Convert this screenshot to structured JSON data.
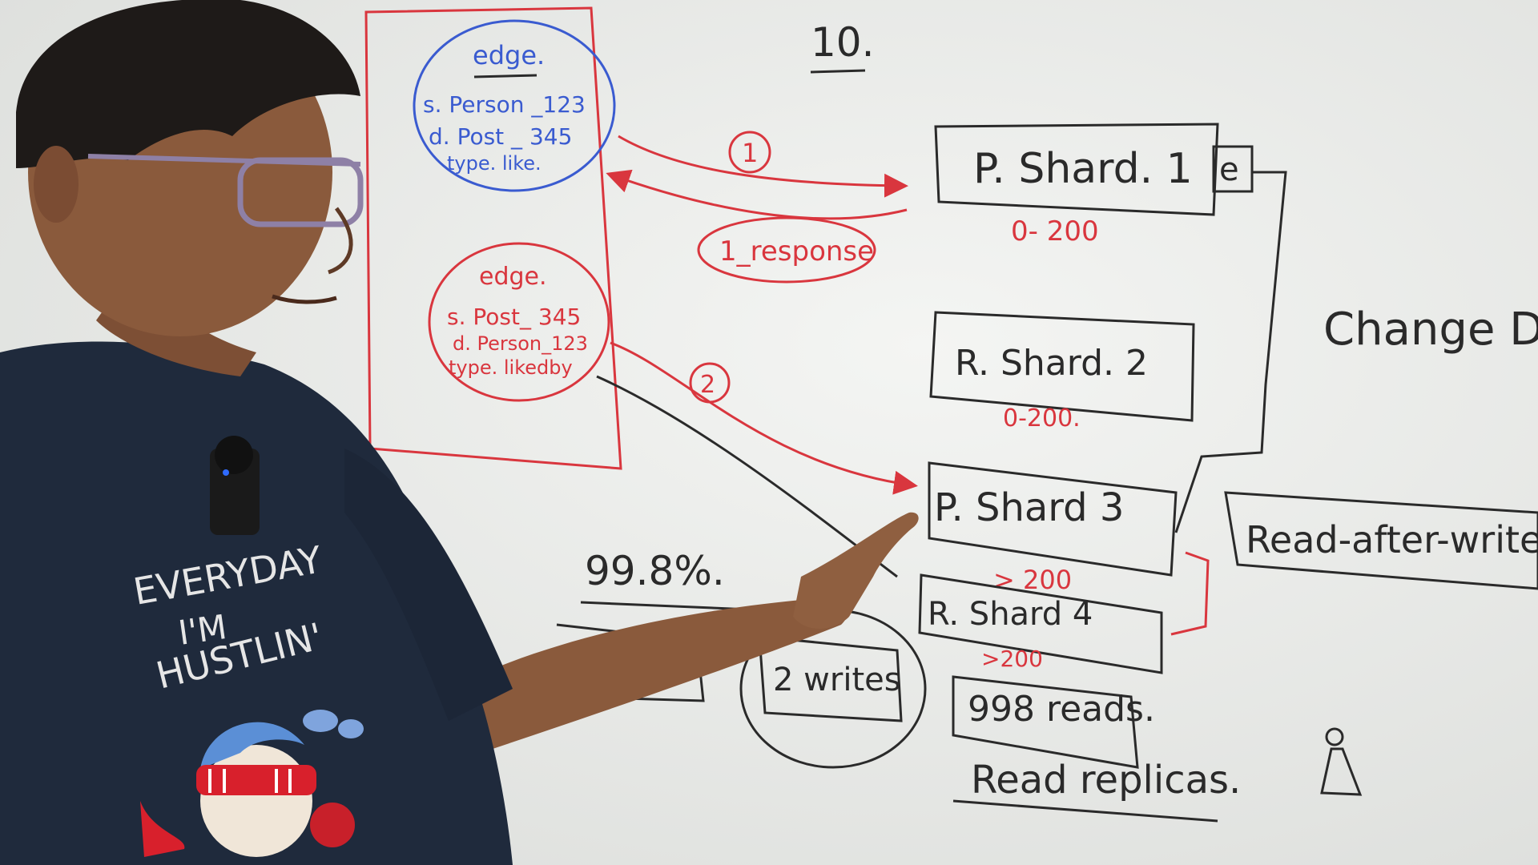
{
  "board": {
    "top_number": "10.",
    "edge1": {
      "title": "edge.",
      "line1": "s. Person _123",
      "line2": "d. Post _ 345",
      "line3": "type. like."
    },
    "edge2": {
      "title": "edge.",
      "line1": "s. Post_ 345",
      "line2": "d. Person_123",
      "line3": "type. likedby"
    },
    "step1": "1",
    "step1_response": "1_response",
    "step2": "2",
    "shards": [
      {
        "label": "P. Shard.  1",
        "range": "0- 200"
      },
      {
        "label": "R. Shard.   2",
        "range": "0-200."
      },
      {
        "label": "P. Shard   3",
        "range": "> 200"
      },
      {
        "label": "R. Shard   4",
        "range": ">200"
      }
    ],
    "shard1_tag": "e",
    "change_data": "Change Dat",
    "read_after_write": "Read-after-write",
    "percent": "99.8%.",
    "writes": "2 writes",
    "reads": "998 reads.",
    "read_replicas": "Read replicas."
  },
  "tshirt": {
    "line1": "EVERYDAY",
    "line2": "I'M",
    "line3": "HUSTLIN'"
  },
  "colors": {
    "board": "#e9eae8",
    "red_marker": "#d9363e",
    "blue_marker": "#3a5bd0",
    "black_marker": "#2a2a2a",
    "shirt": "#1f2a3c"
  }
}
